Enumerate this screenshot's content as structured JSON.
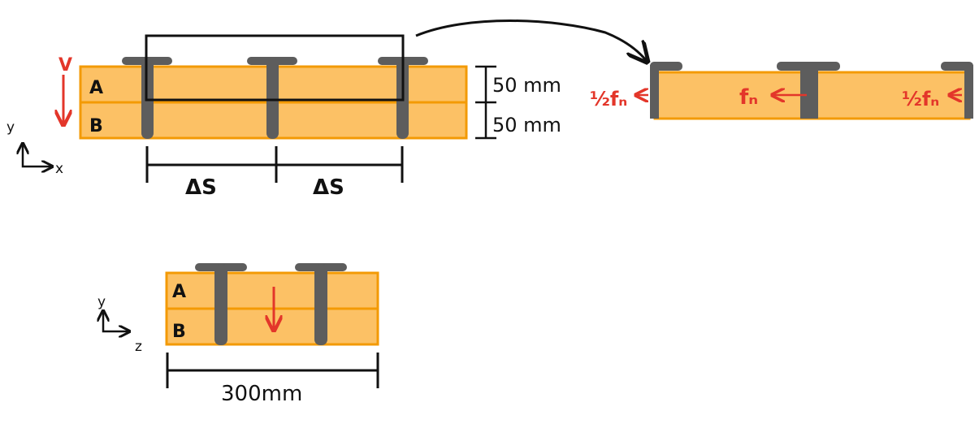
{
  "side_view": {
    "layer_a_label": "A",
    "layer_b_label": "B",
    "load_label": "V",
    "dim_top": "50 mm",
    "dim_bottom": "50 mm",
    "spacing_1": "ΔS",
    "spacing_2": "ΔS",
    "axis_y": "y",
    "axis_x": "x"
  },
  "free_body": {
    "left_force": "½fₙ",
    "center_force": "fₙ",
    "right_force": "½fₙ"
  },
  "cross_section": {
    "layer_a_label": "A",
    "layer_b_label": "B",
    "width_label": "300mm",
    "axis_y": "y",
    "axis_z": "z"
  },
  "colors": {
    "wood_fill": "#fcc165",
    "wood_edge": "#f39a05",
    "nail": "#5d5d5d",
    "force": "#e3362a",
    "ink": "#111111"
  }
}
